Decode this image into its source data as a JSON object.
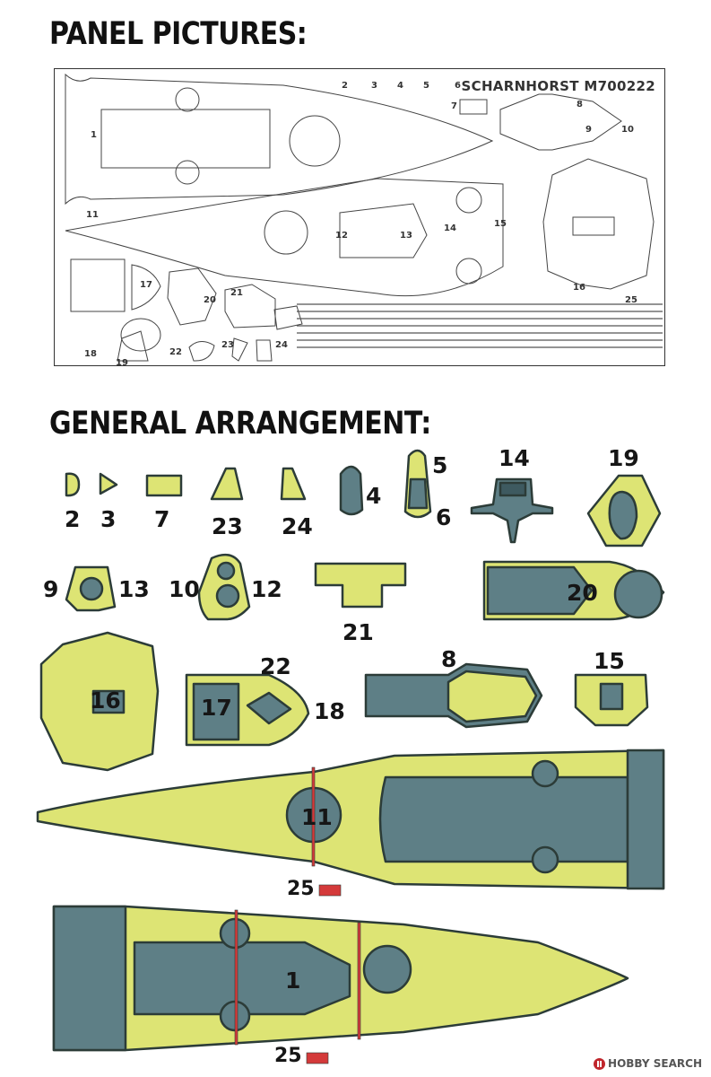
{
  "headings": {
    "panel_pictures": "PANEL PICTURES:",
    "general_arrangement": "GENERAL ARRANGEMENT:"
  },
  "panel": {
    "title": "SCHARNHORST M700222",
    "labels": [
      "1",
      "2",
      "3",
      "4",
      "5",
      "6",
      "7",
      "8",
      "9",
      "10",
      "11",
      "12",
      "13",
      "14",
      "15",
      "16",
      "17",
      "18",
      "19",
      "20",
      "21",
      "22",
      "23",
      "24",
      "25"
    ]
  },
  "arrangement": {
    "labels": {
      "p2": "2",
      "p3": "3",
      "p7": "7",
      "p23": "23",
      "p24": "24",
      "p4": "4",
      "p5": "5",
      "p6": "6",
      "p14": "14",
      "p19": "19",
      "p9": "9",
      "p13": "13",
      "p10": "10",
      "p12": "12",
      "p21": "21",
      "p20": "20",
      "p22": "22",
      "p8": "8",
      "p15": "15",
      "p16": "16",
      "p17": "17",
      "p18": "18",
      "p11": "11",
      "p1": "1",
      "p25a": "25",
      "p25b": "25"
    }
  },
  "colors": {
    "deck": "#dde474",
    "grey": "#5e7f86",
    "outline": "#2c3c38",
    "red": "#d43a3a"
  },
  "footer": {
    "brand": "HOBBY SEARCH"
  }
}
